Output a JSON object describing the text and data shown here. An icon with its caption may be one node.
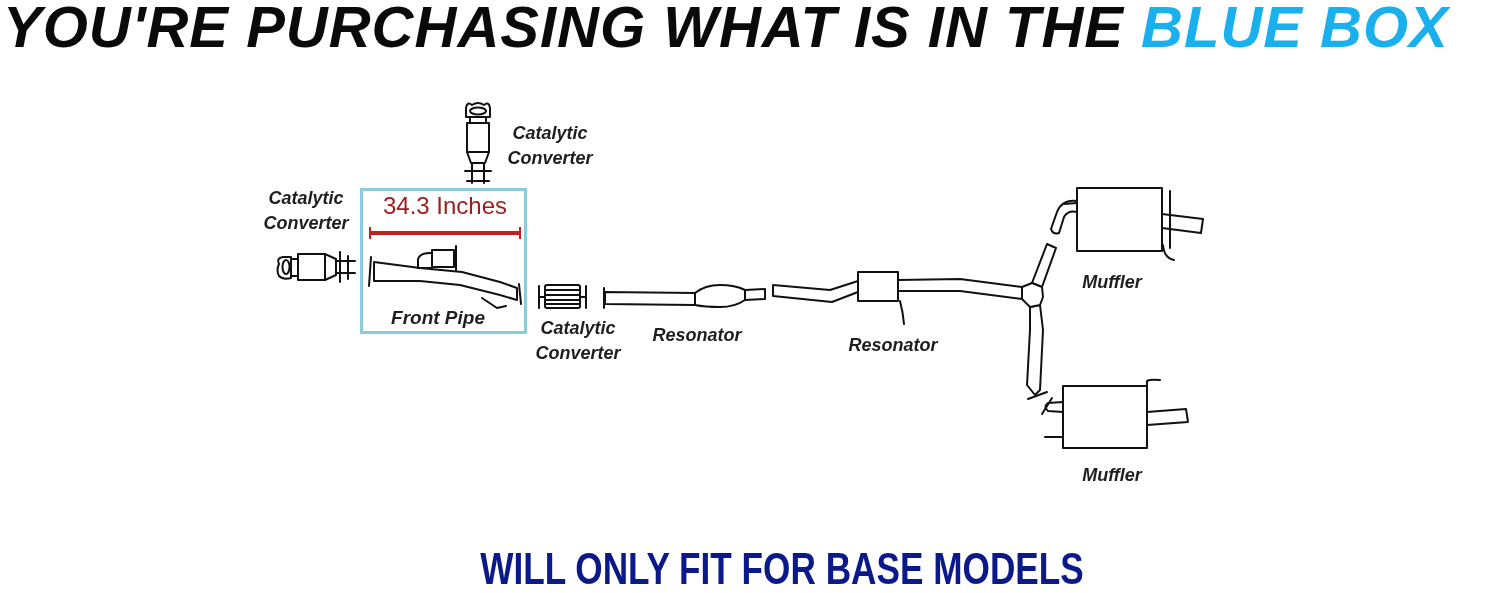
{
  "diagram": {
    "title": "YOU'RE PURCHASING WHAT IS IN THE BLUE BOX",
    "caption": "WILL ONLY FIT FOR BASE MODELS",
    "nodes": [
      {
        "text": [
          "34.3 Inches",
          "Front Pipe"
        ]
      }
    ],
    "labels": [
      "Catalytic Converter",
      "Catalytic Converter",
      "Catalytic Converter",
      "Resonator",
      "Resonator",
      "Muffler",
      "Muffler"
    ]
  }
}
